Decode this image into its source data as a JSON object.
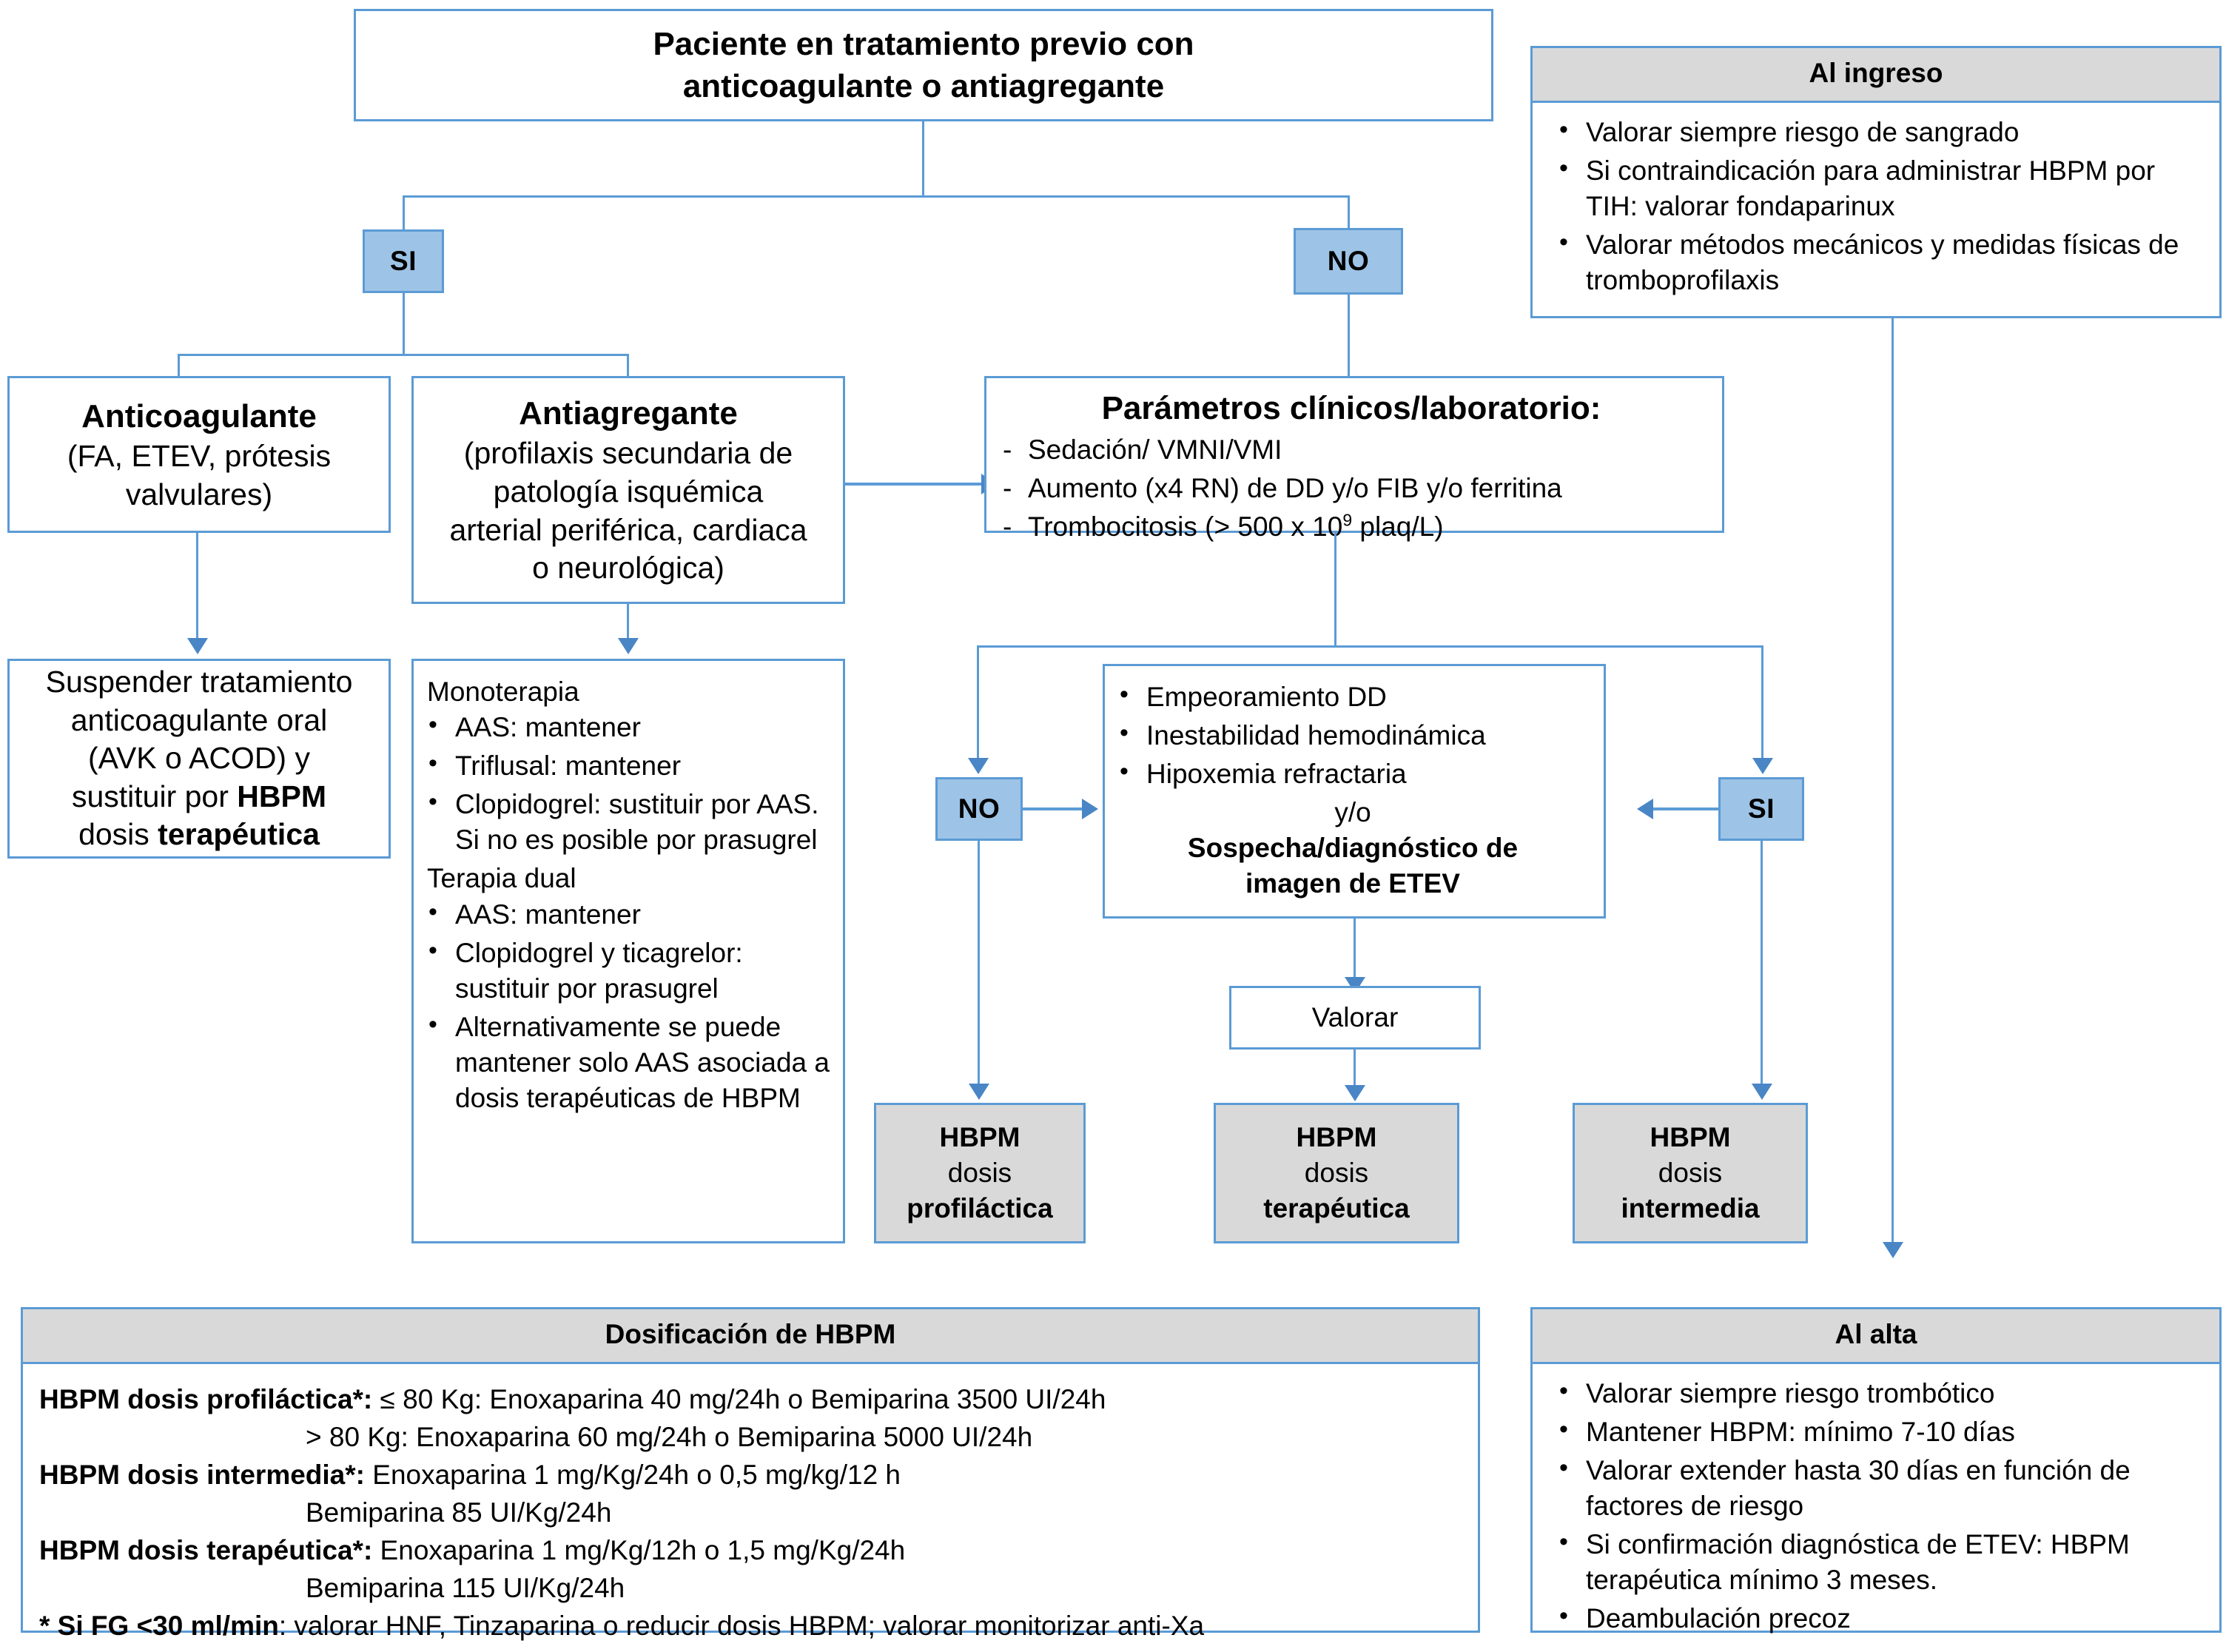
{
  "colors": {
    "border": "#5B9BD5",
    "chip_fill": "#9DC3E6",
    "header_fill": "#D9D9D9",
    "outcome_fill": "#D9D9D9",
    "arrow": "#4A86C5",
    "text": "#000000"
  },
  "root": {
    "title_line1": "Paciente en tratamiento previo con",
    "title_line2": "anticoagulante o antiagregante"
  },
  "decisions": {
    "si_top": "SI",
    "no_top": "NO",
    "no_mid": "NO",
    "si_mid": "SI"
  },
  "anticoagulante": {
    "title": "Anticoagulante",
    "line1": "(FA, ETEV, prótesis",
    "line2": "valvulares)"
  },
  "antiagregante": {
    "title": "Antiagregante",
    "line1": "(profilaxis secundaria de",
    "line2": "patología isquémica",
    "line3": "arterial periférica, cardiaca",
    "line4": "o neurológica)"
  },
  "suspender": {
    "l1": "Suspender tratamiento",
    "l2": "anticoagulante oral",
    "l3": "(AVK o ACOD) y",
    "l4_pre": "sustituir por ",
    "l4_bold": "HBPM",
    "l5_pre": "dosis ",
    "l5_bold": "terapéutica"
  },
  "terapias": {
    "mono_heading": "Monoterapia",
    "mono_items": [
      "AAS: mantener",
      "Triflusal: mantener",
      "Clopidogrel: sustituir por AAS. Si no es posible por prasugrel"
    ],
    "dual_heading": "Terapia dual",
    "dual_items": [
      "AAS: mantener",
      "Clopidogrel y ticagrelor: sustituir por prasugrel",
      "Alternativamente se puede mantener solo AAS asociada a  dosis terapéuticas de HBPM"
    ]
  },
  "parametros": {
    "title": "Parámetros clínicos/laboratorio:",
    "items_pre": [
      "Sedación/ VMNI/VMI",
      " Aumento (x4 RN) de DD y/o FIB y/o ferritina"
    ],
    "item3_a": "Trombocitosis (> 500 x 10",
    "item3_sup": "9",
    "item3_b": " plaq/L)"
  },
  "criterios": {
    "bullets": [
      "Empeoramiento DD",
      "Inestabilidad hemodinámica",
      "Hipoxemia refractaria"
    ],
    "yo": "y/o",
    "bold_l1": "Sospecha/diagnóstico de",
    "bold_l2": "imagen de ETEV"
  },
  "valorar": {
    "label": "Valorar"
  },
  "outcomes": {
    "profilactica": {
      "l1": "HBPM",
      "l2": "dosis",
      "l3": "profiláctica"
    },
    "terapeutica": {
      "l1": "HBPM",
      "l2": "dosis",
      "l3": "terapéutica"
    },
    "intermedia": {
      "l1": "HBPM",
      "l2": "dosis",
      "l3": "intermedia"
    }
  },
  "al_ingreso": {
    "title": "Al ingreso",
    "bullets": [
      "Valorar siempre riesgo de sangrado",
      "Si contraindicación para administrar HBPM por TIH: valorar fondaparinux",
      "Valorar métodos mecánicos y medidas físicas de tromboprofilaxis"
    ]
  },
  "al_alta": {
    "title": "Al alta",
    "bullets": [
      "Valorar siempre riesgo trombótico",
      "Mantener HBPM: mínimo 7-10 días",
      "Valorar extender hasta 30 días en función de factores de riesgo",
      "Si confirmación diagnóstica de ETEV: HBPM terapéutica mínimo 3 meses.",
      "Deambulación precoz"
    ]
  },
  "dosificacion": {
    "title": "Dosificación de HBPM",
    "rows": [
      {
        "label": "HBPM dosis profiláctica*:",
        "value": " ≤ 80 Kg: Enoxaparina 40 mg/24h o Bemiparina 3500 UI/24h"
      },
      {
        "label": "",
        "value": "> 80 Kg: Enoxaparina 60 mg/24h o Bemiparina 5000 UI/24h",
        "indented": true
      },
      {
        "label": "HBPM dosis intermedia*:",
        "value": " Enoxaparina 1 mg/Kg/24h o 0,5 mg/kg/12 h"
      },
      {
        "label": "",
        "value": "Bemiparina 85 UI/Kg/24h",
        "indented": true
      },
      {
        "label": "HBPM dosis terapéutica*:",
        "value": " Enoxaparina 1 mg/Kg/12h o 1,5 mg/Kg/24h"
      },
      {
        "label": "",
        "value": "Bemiparina 115 UI/Kg/24h",
        "indented": true
      },
      {
        "label": "* Si FG <30 ml/min",
        "value": ": valorar HNF, Tinzaparina o reducir dosis HBPM; valorar monitorizar anti-Xa"
      }
    ]
  }
}
